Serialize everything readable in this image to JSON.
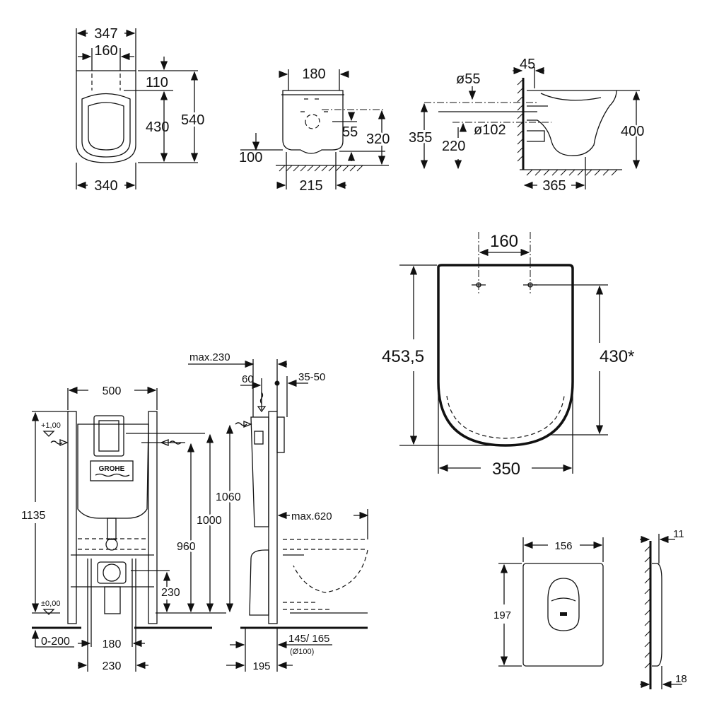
{
  "top_views": {
    "front": {
      "width_top": "347",
      "hole_spacing": "160",
      "hole_offset": "110",
      "seat_length": "430",
      "total_length": "540",
      "width_bottom": "340"
    },
    "side": {
      "fixing_spacing": "180",
      "outlet_height": "55",
      "total_height": "320",
      "floor_clearance": "100",
      "outlet_offset": "215"
    },
    "section": {
      "inlet_diameter": "ø55",
      "wall_offset": "45",
      "outlet_diameter": "ø102",
      "inlet_height": "355",
      "outlet_height": "220",
      "height": "400",
      "depth": "365"
    }
  },
  "seat": {
    "hole_spacing": "160",
    "total_length": "453,5",
    "seat_length": "430*",
    "width": "350"
  },
  "frame": {
    "brand": "GROHE",
    "width": "500",
    "level_top": "+1,00",
    "level_zero": "±0,00",
    "height_total": "1135",
    "height_1060": "1060",
    "height_1000": "1000",
    "height_960": "960",
    "height_230": "230",
    "floor_adjust": "0-200",
    "bolt_spacing_180": "180",
    "bolt_spacing_230": "230",
    "max_230": "max.230",
    "depth_60": "60",
    "depth_35_50": "35-50",
    "max_620": "max.620",
    "outlet_145_165": "145/ 165",
    "outlet_diameter": "(Ø100)",
    "depth_195": "195"
  },
  "flush_plate": {
    "width": "156",
    "height": "197",
    "depth_top": "11",
    "depth_bottom": "18"
  }
}
